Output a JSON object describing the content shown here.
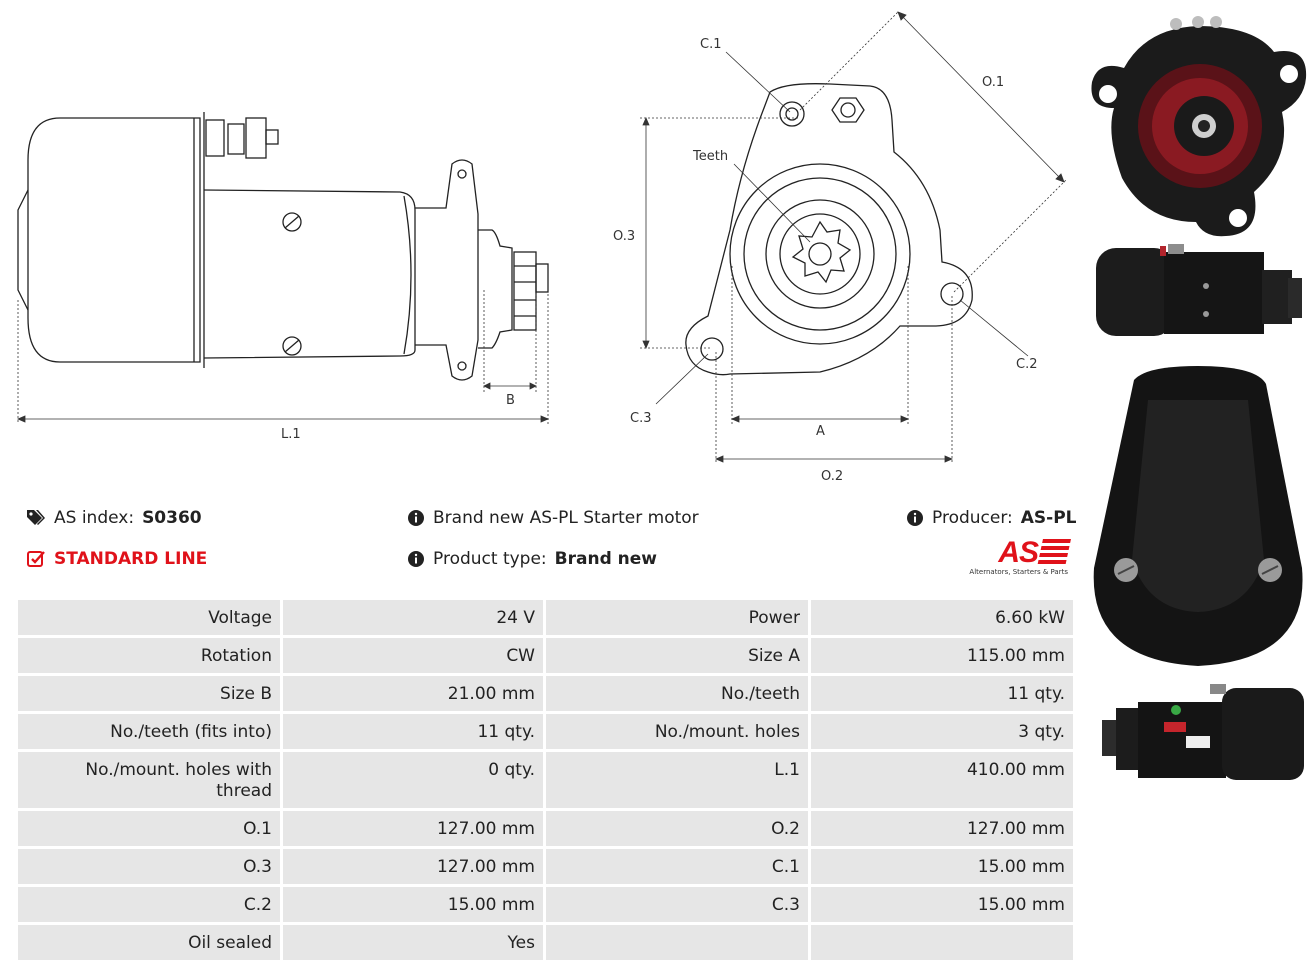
{
  "diagram_labels": {
    "c1": "C.1",
    "c2": "C.2",
    "c3": "C.3",
    "o1": "O.1",
    "o2": "O.2",
    "o3": "O.3",
    "teeth": "Teeth",
    "a": "A",
    "b": "B",
    "l1": "L.1"
  },
  "info": {
    "as_index_label": "AS index:",
    "as_index_value": "S0360",
    "standard_line": "STANDARD LINE",
    "description": "Brand new AS-PL Starter motor",
    "product_type_label": "Product type:",
    "product_type_value": "Brand new",
    "producer_label": "Producer:",
    "producer_value": "AS-PL",
    "logo_text": "AS",
    "logo_tagline": "Alternators, Starters & Parts"
  },
  "specs": [
    [
      "Voltage",
      "24 V",
      "Power",
      "6.60 kW"
    ],
    [
      "Rotation",
      "CW",
      "Size A",
      "115.00 mm"
    ],
    [
      "Size B",
      "21.00 mm",
      "No./teeth",
      "11 qty."
    ],
    [
      "No./teeth (fits into)",
      "11 qty.",
      "No./mount. holes",
      "3 qty."
    ],
    [
      "No./mount. holes with thread",
      "0 qty.",
      "L.1",
      "410.00 mm"
    ],
    [
      "O.1",
      "127.00 mm",
      "O.2",
      "127.00 mm"
    ],
    [
      "O.3",
      "127.00 mm",
      "C.1",
      "15.00 mm"
    ],
    [
      "C.2",
      "15.00 mm",
      "C.3",
      "15.00 mm"
    ],
    [
      "Oil sealed",
      "Yes",
      "",
      ""
    ]
  ],
  "colors": {
    "accent_red": "#e0121a",
    "table_cell": "#e6e6e6",
    "product_black": "#1b1b1b",
    "product_red_glow": "#8a1a22"
  },
  "icons": [
    "tags-icon",
    "check-square-icon",
    "info-icon"
  ]
}
